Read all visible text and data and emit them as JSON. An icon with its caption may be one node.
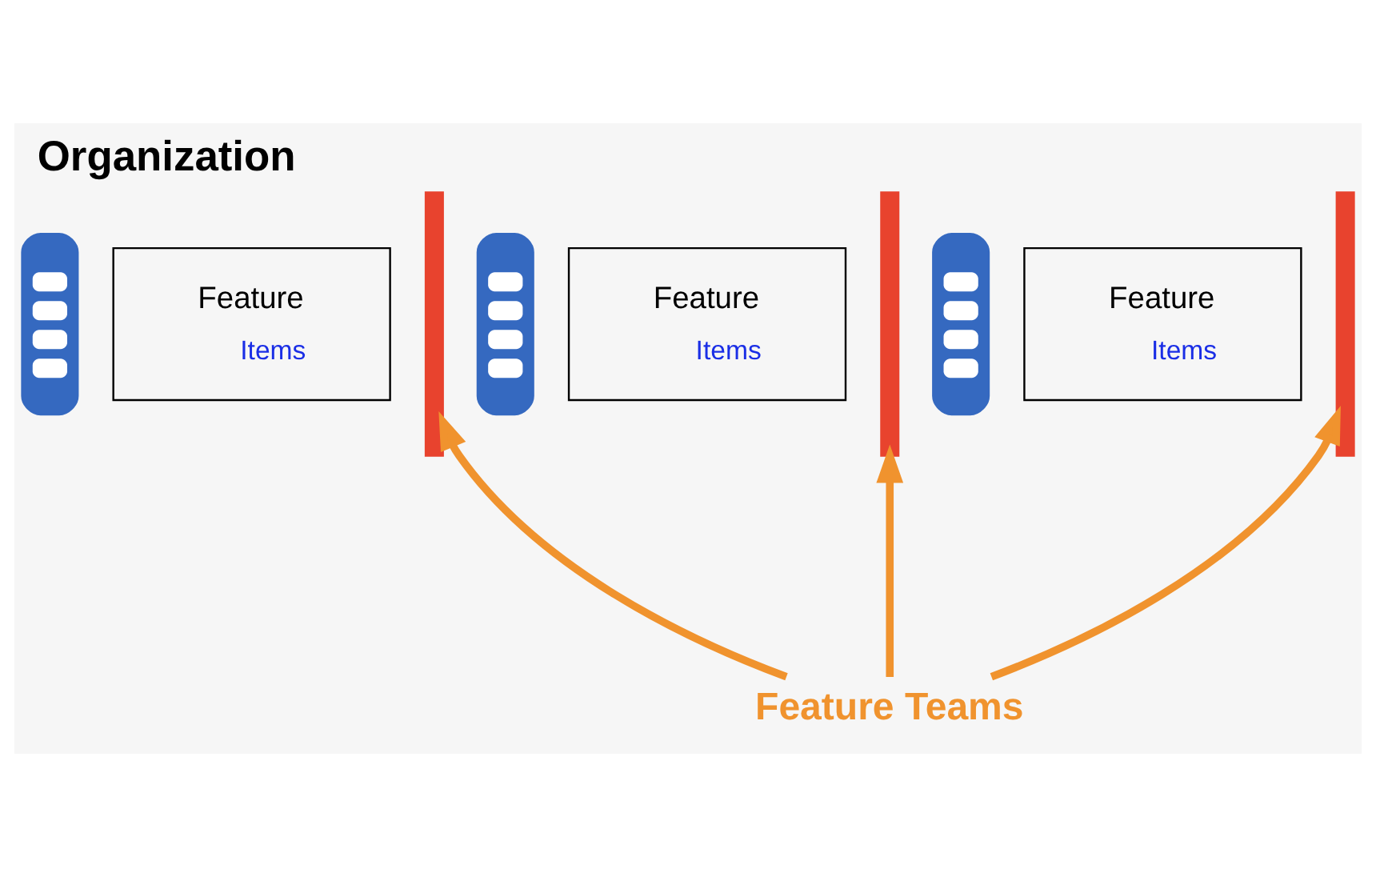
{
  "diagram": {
    "title": "Organization",
    "nodes": [
      {
        "text": [],
        "shape": "box"
      },
      {
        "text": [
          "Feature",
          "Items"
        ]
      },
      {
        "text": [],
        "shape": "bar"
      },
      {
        "text": [],
        "shape": "box"
      },
      {
        "text": [
          "Feature",
          "Items"
        ]
      },
      {
        "text": [],
        "shape": "bar"
      },
      {
        "text": [],
        "shape": "box"
      },
      {
        "text": [
          "Feature",
          "Items"
        ]
      },
      {
        "text": [],
        "shape": "bar"
      },
      {
        "text": [
          "Feature Teams"
        ]
      }
    ],
    "edges": [
      {
        "from": 9,
        "to": 2,
        "arrow": "to"
      },
      {
        "from": 9,
        "to": 5,
        "arrow": "to"
      },
      {
        "from": 9,
        "to": 8,
        "arrow": "to"
      }
    ]
  }
}
